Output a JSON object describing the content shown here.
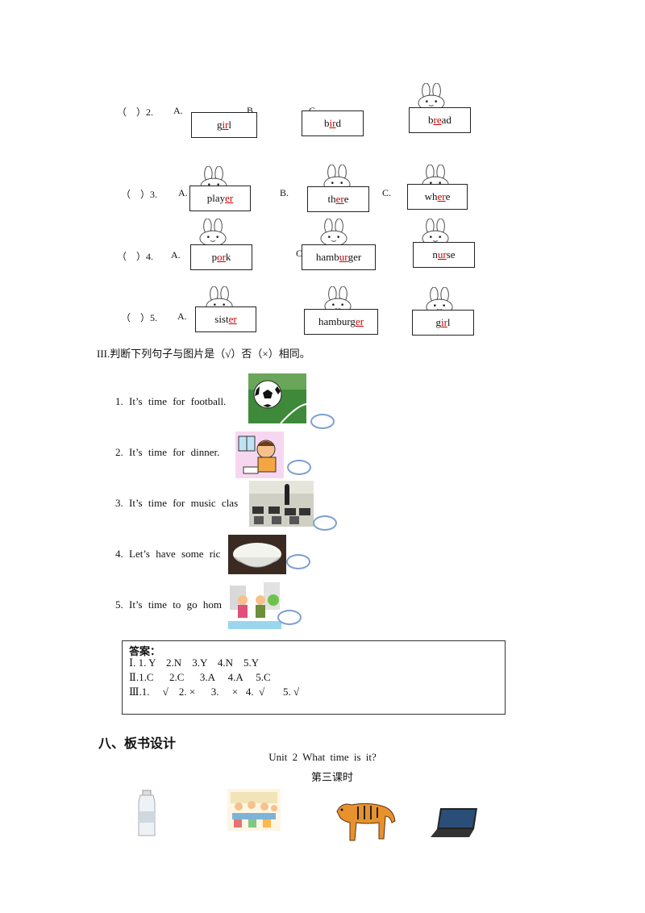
{
  "q2": {
    "num": "（　）2.",
    "a": "A.",
    "b": "B.",
    "c": "C.",
    "w1": {
      "pre": "g",
      "hl": "ir",
      "post": "l"
    },
    "w2": {
      "pre": "b",
      "hl": "ir",
      "post": "d"
    },
    "w3": {
      "pre": "b",
      "hl": "re",
      "post": "ad"
    }
  },
  "q3": {
    "num": "（　）3.",
    "a": "A.",
    "b": "B.",
    "c": "C.",
    "w1": {
      "pre": "play",
      "hl": "er",
      "post": ""
    },
    "w2": {
      "pre": "th",
      "hl": "er",
      "post": "e"
    },
    "w3": {
      "pre": "wh",
      "hl": "er",
      "post": "e"
    }
  },
  "q4": {
    "num": "（　）4.",
    "a": "A.",
    "c": "C.",
    "w1": {
      "pre": "p",
      "hl": "or",
      "post": "k"
    },
    "w2": {
      "pre": "hamb",
      "hl": "ur",
      "post": "ger"
    },
    "w3": {
      "pre": "n",
      "hl": "ur",
      "post": "se"
    }
  },
  "q5": {
    "num": "（　）5.",
    "a": "A.",
    "w1": {
      "pre": "sist",
      "hl": "er",
      "post": ""
    },
    "w2": {
      "pre": "hamburg",
      "hl": "er",
      "post": ""
    },
    "w3": {
      "pre": "g",
      "hl": "ir",
      "post": "l"
    }
  },
  "section3_title": "III.判断下列句子与图片是（√）否（×）相同。",
  "sentences": [
    "1.   It’s time for football.",
    "2.   It’s time for dinner.",
    "3.   It’s time for music clas",
    "4.  Let’s have some ric",
    "5.  It’s time to go hom"
  ],
  "answers": {
    "title": "答案：",
    "line1": "Ⅰ. 1. Y    2.N    3.Y    4.N    5.Y",
    "line2": "Ⅱ.1.C      2.C      3.A     4.A     5.C",
    "line3": "Ⅲ.1.     √    2. ×      3.     ×   4.  √       5. √"
  },
  "section8_title": "八、板书设计",
  "board": {
    "title": "Unit  2  What  time  is  it?",
    "subtitle": "第三课时"
  },
  "icons": [
    "bunny-icon",
    "water-bottle-icon",
    "classroom-lunch-icon",
    "tiger-icon",
    "laptop-icon"
  ]
}
